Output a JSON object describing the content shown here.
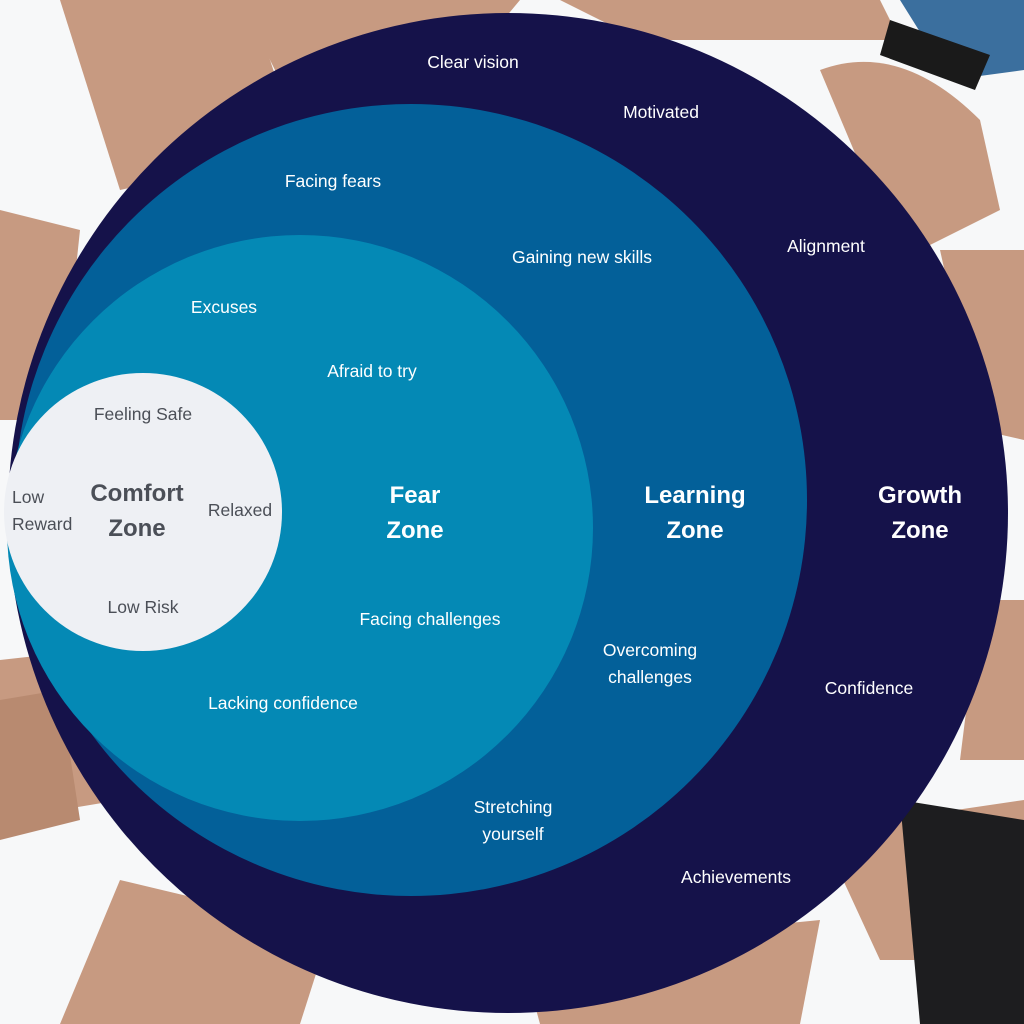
{
  "colors": {
    "growth": "#15124a",
    "learning": "#036099",
    "fear": "#0489b5",
    "comfort": "#eef0f4",
    "light_text": "#ffffff",
    "dark_text": "#4b4f57",
    "skin": "#c79a81"
  },
  "zones": {
    "growth": {
      "title_lines": [
        "Growth",
        "Zone"
      ],
      "traits": [
        {
          "lines": [
            "Clear vision"
          ]
        },
        {
          "lines": [
            "Motivated"
          ]
        },
        {
          "lines": [
            "Alignment"
          ]
        },
        {
          "lines": [
            "Confidence"
          ]
        },
        {
          "lines": [
            "Achievements"
          ]
        }
      ]
    },
    "learning": {
      "title_lines": [
        "Learning",
        "Zone"
      ],
      "traits": [
        {
          "lines": [
            "Facing fears"
          ]
        },
        {
          "lines": [
            "Gaining new skills"
          ]
        },
        {
          "lines": [
            "Overcoming",
            "challenges"
          ]
        },
        {
          "lines": [
            "Stretching",
            "yourself"
          ]
        }
      ]
    },
    "fear": {
      "title_lines": [
        "Fear",
        "Zone"
      ],
      "traits": [
        {
          "lines": [
            "Excuses"
          ]
        },
        {
          "lines": [
            "Afraid to try"
          ]
        },
        {
          "lines": [
            "Facing  challenges"
          ]
        },
        {
          "lines": [
            "Lacking confidence"
          ]
        }
      ]
    },
    "comfort": {
      "title_lines": [
        "Comfort",
        "Zone"
      ],
      "traits": [
        {
          "lines": [
            "Feeling Safe"
          ]
        },
        {
          "lines": [
            "Low",
            "Reward"
          ]
        },
        {
          "lines": [
            "Relaxed"
          ]
        },
        {
          "lines": [
            "Low Risk"
          ]
        }
      ]
    }
  }
}
